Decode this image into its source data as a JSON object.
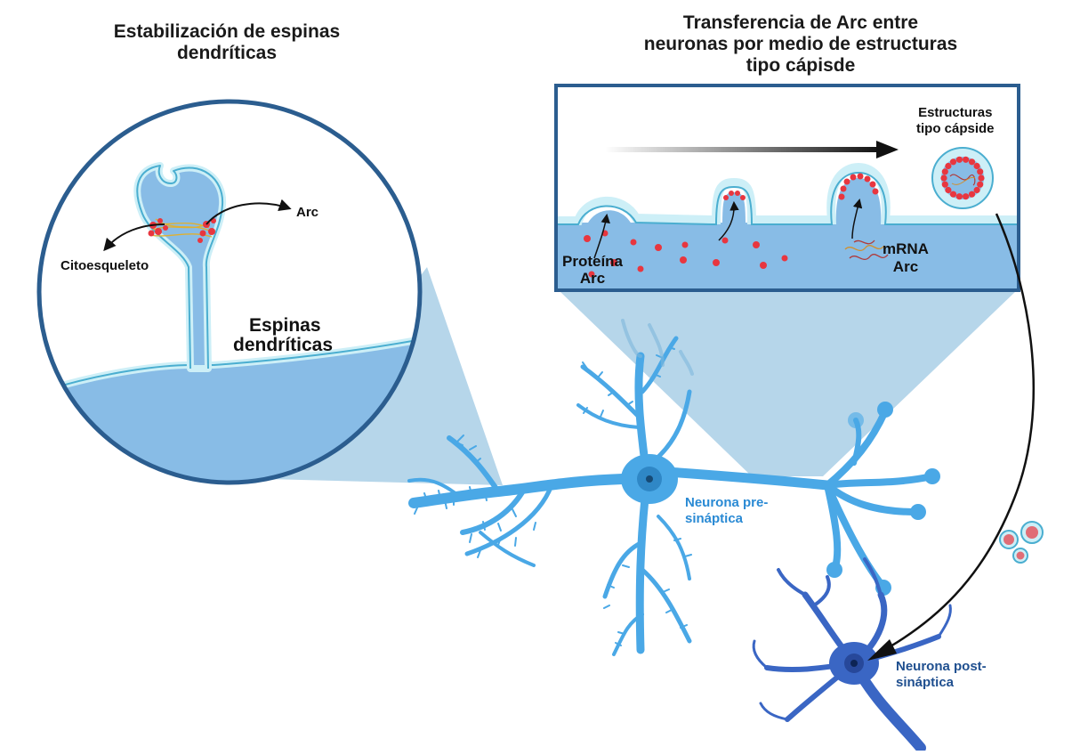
{
  "left_panel": {
    "title_line1": "Estabilización de espinas",
    "title_line2": "dendríticas",
    "label_arc": "Arc",
    "label_cytoskeleton": "Citoesqueleto",
    "label_spines_line1": "Espinas",
    "label_spines_line2": "dendríticas"
  },
  "right_panel": {
    "title_line1": "Transferencia de Arc entre",
    "title_line2": "neuronas por medio de estructuras",
    "title_line3": "tipo cápisde",
    "label_capsid_line1": "Estructuras",
    "label_capsid_line2": "tipo cápside",
    "label_protein_line1": "Proteína",
    "label_protein_line2": "Arc",
    "label_mrna_line1": "mRNA",
    "label_mrna_line2": "Arc"
  },
  "neurons": {
    "pre_line1": "Neurona pre-",
    "pre_line2": "sináptica",
    "post_line1": "Neurona post-",
    "post_line2": "sináptica"
  },
  "colors": {
    "membrane_light": "#cdeff7",
    "membrane_edge": "#4aaed0",
    "cytoplasm": "#88bce6",
    "neuron_pre": "#4aa8e6",
    "neuron_post": "#3a66c4",
    "arc_protein": "#e8363f",
    "zoom_cone": "#a9cfe6"
  }
}
